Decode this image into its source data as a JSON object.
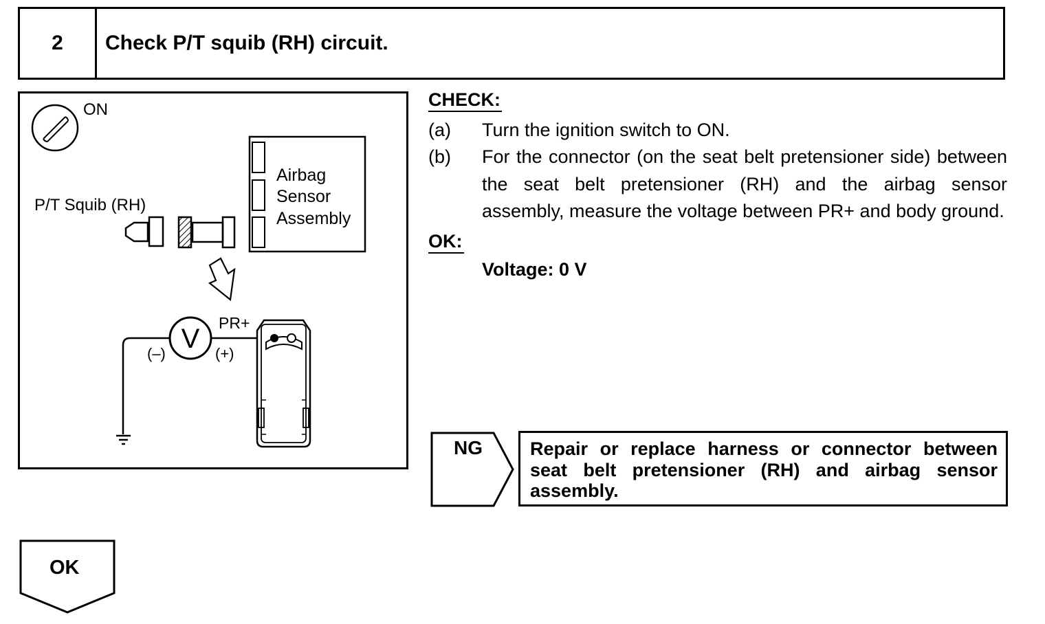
{
  "step": {
    "number": "2",
    "title": "Check P/T squib (RH) circuit."
  },
  "diagram": {
    "ignition_label": "ON",
    "squib_label": "P/T Squib (RH)",
    "sensor_label_line1": "Airbag",
    "sensor_label_line2": "Sensor",
    "sensor_label_line3": "Assembly",
    "meter_symbol": "V",
    "terminal_label": "PR+",
    "negative_lead": "(–)",
    "positive_lead": "(+)",
    "icons": [
      "ignition-switch-icon",
      "arrow-icon",
      "voltmeter-icon",
      "ground-icon",
      "connector-icon"
    ]
  },
  "check": {
    "heading": "CHECK:",
    "items": [
      {
        "label": "(a)",
        "text": "Turn the ignition switch to ON."
      },
      {
        "label": "(b)",
        "text": "For the connector (on the seat belt pretensioner side) be­tween the seat belt pretensioner (RH) and the airbag sen­sor assembly, measure the voltage between PR+ and body ground."
      }
    ]
  },
  "ok": {
    "heading": "OK:",
    "value": "Voltage: 0 V"
  },
  "ng_branch": {
    "label": "NG",
    "action": "Repair or replace harness or connector be­tween seat belt pretensioner (RH) and airbag sensor assembly."
  },
  "ok_branch": {
    "label": "OK"
  }
}
